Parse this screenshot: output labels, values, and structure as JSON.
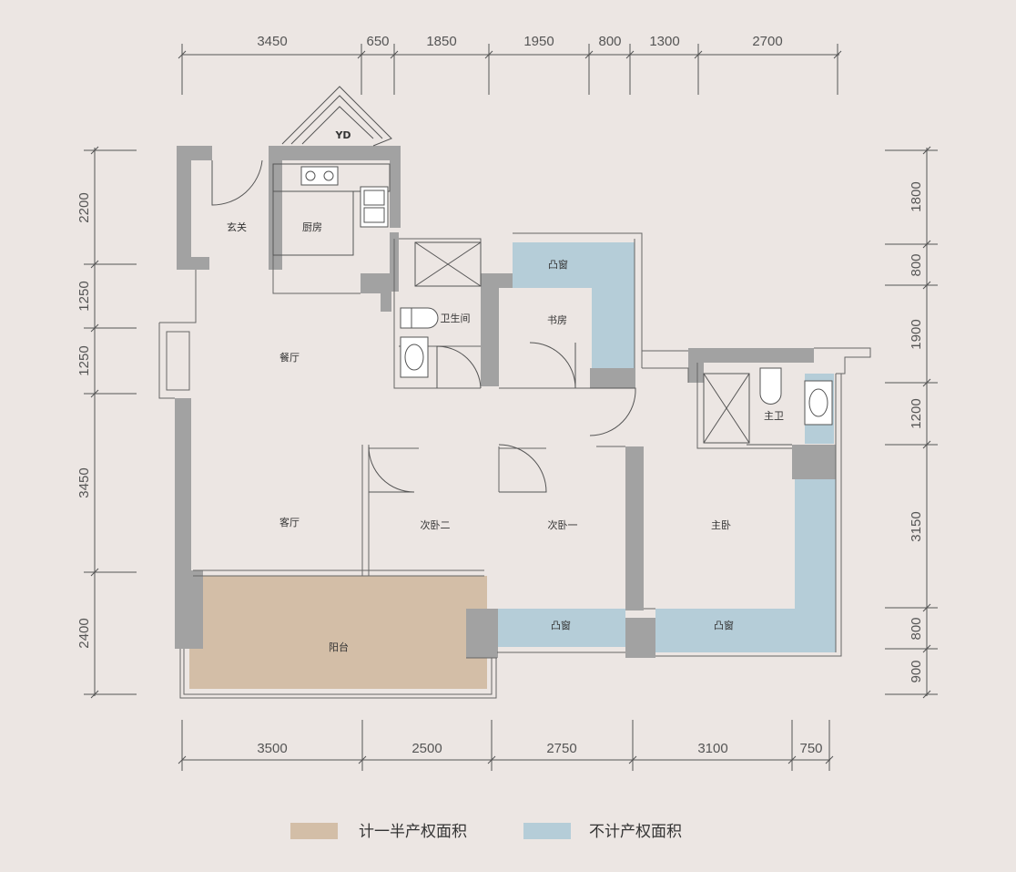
{
  "colors": {
    "background": "#ece6e3",
    "wall": "#a2a2a2",
    "half_area": "#d3bea7",
    "excluded_area": "#b5cdd8",
    "line": "#555555"
  },
  "dimensions": {
    "top": [
      "3450",
      "650",
      "1850",
      "1950",
      "800",
      "1300",
      "2700"
    ],
    "bottom": [
      "3500",
      "2500",
      "2750",
      "3100",
      "750"
    ],
    "left": [
      "2200",
      "1250",
      "1250",
      "3450",
      "2400"
    ],
    "right": [
      "1800",
      "800",
      "1900",
      "1200",
      "3150",
      "800",
      "900"
    ]
  },
  "rooms": {
    "entry": "玄关",
    "kitchen": "厨房",
    "dining": "餐厅",
    "bathroom": "卫生间",
    "study": "书房",
    "bay_window_study": "凸窗",
    "master_bath": "主卫",
    "living": "客厅",
    "bedroom2": "次卧二",
    "bedroom1": "次卧一",
    "master_bedroom": "主卧",
    "balcony": "阳台",
    "bay_window_1": "凸窗",
    "bay_window_2": "凸窗",
    "yd": "YD"
  },
  "legend": {
    "half_area": "计一半产权面积",
    "excluded_area": "不计产权面积"
  }
}
